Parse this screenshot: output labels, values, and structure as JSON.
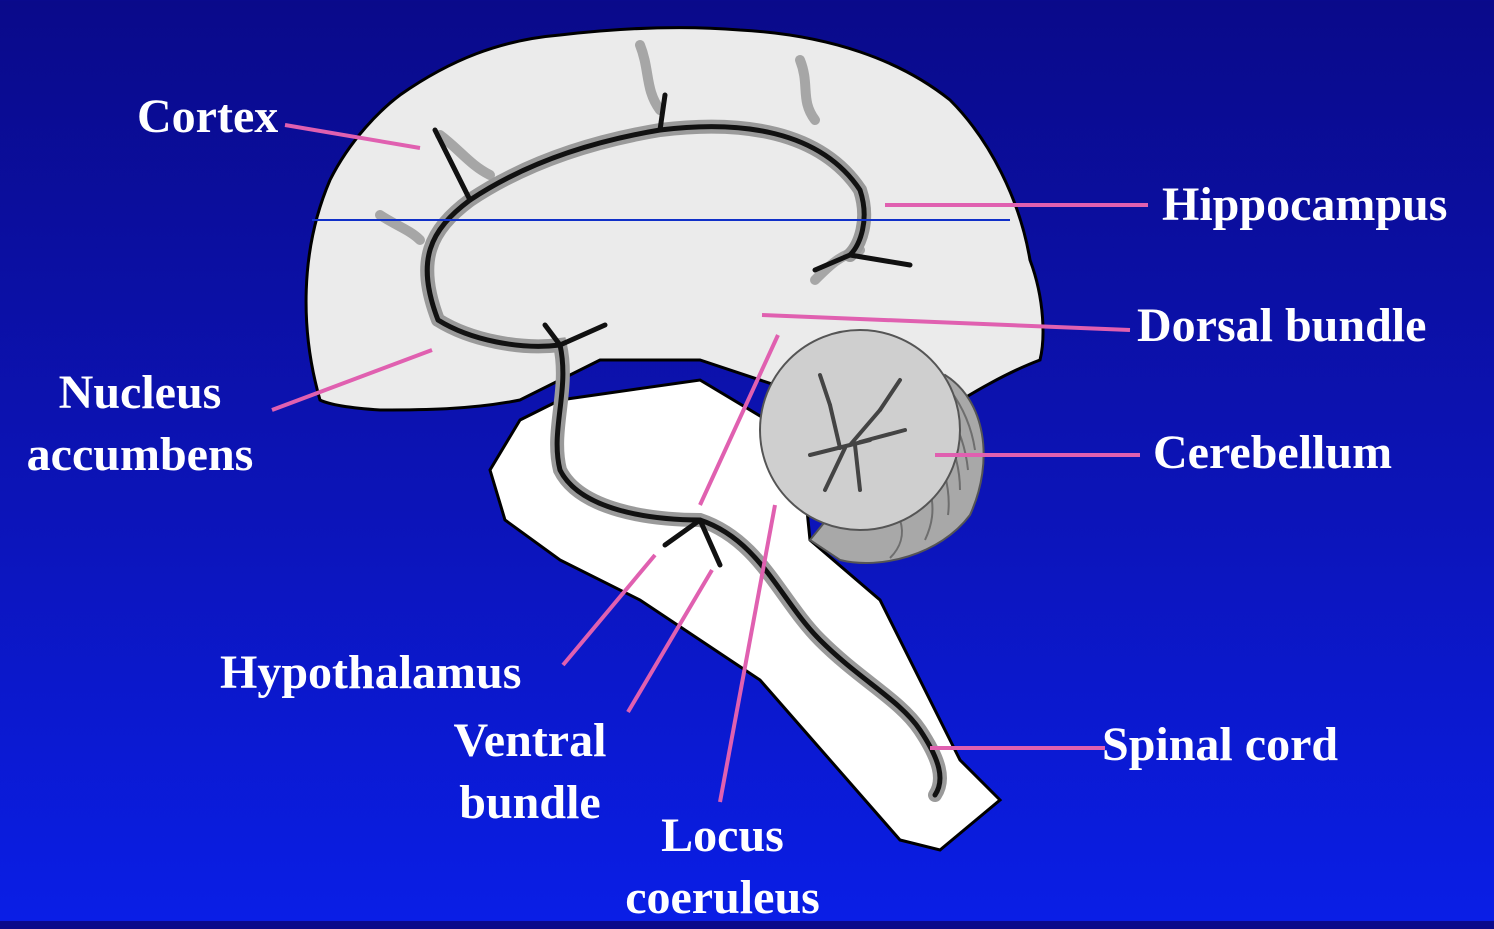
{
  "labels": {
    "cortex": "Cortex",
    "hippocampus": "Hippocampus",
    "dorsal_bundle": "Dorsal bundle",
    "nucleus_accumbens_line1": "Nucleus",
    "nucleus_accumbens_line2": "accumbens",
    "cerebellum": "Cerebellum",
    "hypothalamus": "Hypothalamus",
    "ventral_bundle_line1": "Ventral",
    "ventral_bundle_line2": "bundle",
    "locus_coeruleus_line1": "Locus",
    "locus_coeruleus_line2": "coeruleus",
    "spinal_cord": "Spinal cord"
  },
  "colors": {
    "background_top": "#0a0a8a",
    "background_bottom": "#0a1ee6",
    "brain_fill": "#ebebeb",
    "brainstem_fill": "#ffffff",
    "cerebellum_fill": "#b8b8b8",
    "pathway": "#111111",
    "pathway_shadow": "#9a9a9a",
    "leader_line": "#e060b0",
    "label_text": "#ffffff"
  }
}
